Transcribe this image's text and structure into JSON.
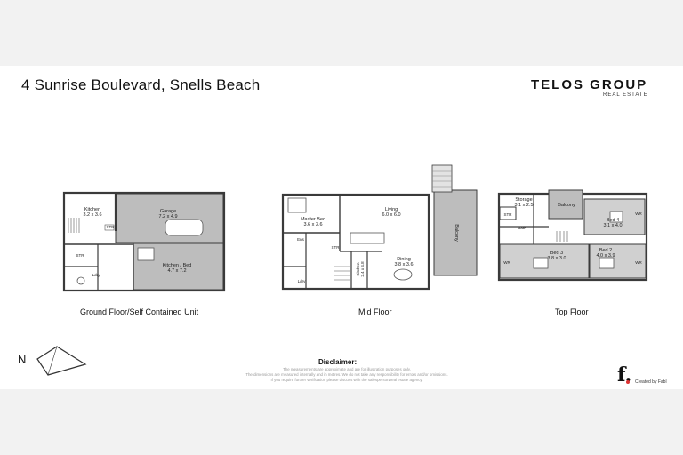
{
  "header": {
    "address": "4 Sunrise Boulevard, Snells Beach",
    "brand": "TELOS GROUP",
    "brand_sub": "REAL ESTATE"
  },
  "floors": [
    {
      "label": "Ground Floor/Self Contained Unit"
    },
    {
      "label": "Mid Floor"
    },
    {
      "label": "Top Floor"
    }
  ],
  "rooms": {
    "kitchen_gf": {
      "name": "Kitchen",
      "dims": "3.2 x 3.6"
    },
    "garage": {
      "name": "Garage",
      "dims": "7.2 x 4.9"
    },
    "kitchen_bed": {
      "name": "Kitchen / Bed",
      "dims": "4.7 x 7.2"
    },
    "str_gf_1": "STR",
    "str_gf_2": "STR",
    "ldry_gf": "Ldry",
    "master_bed": {
      "name": "Master Bed",
      "dims": "3.6 x 3.6"
    },
    "ens": "Ens",
    "living": {
      "name": "Living",
      "dims": "6.0 x 6.0"
    },
    "dining": {
      "name": "Dining",
      "dims": "3.8 x 3.6"
    },
    "kitchen_mid": {
      "name": "Kitchen",
      "dims": "2.4 x 4.8"
    },
    "str_mid": "STR",
    "ldry_mid": "Ldry",
    "balcony_mid": "Balcony",
    "storage": {
      "name": "Storage",
      "dims": "3.1 x 2.5"
    },
    "balcony_top": "Balcony",
    "str_top": "STR",
    "bath": "Bath",
    "bed4": {
      "name": "Bed 4",
      "dims": "3.1 x 4.0"
    },
    "bed3": {
      "name": "Bed 3",
      "dims": "3.8 x 3.0"
    },
    "bed2": {
      "name": "Bed 2",
      "dims": "4.0 x 3.9"
    },
    "wr": "WR"
  },
  "compass": {
    "label": "N"
  },
  "disclaimer": {
    "title": "Disclaimer:",
    "lines": [
      "The measurements are approximate and are for illustration purposes only.",
      "The dimensions are measured internally and in metres. We do not take any responsibility for errors and/or omissions.",
      "If you require further verification please discuss with the salesperson/real estate agency."
    ]
  },
  "footer": {
    "logo": "f.",
    "created_by": "Created by Fabl"
  },
  "colors": {
    "wall": "#3a3a3a",
    "room_fill": "#ffffff",
    "shaded_fill": "#bdbdbd",
    "band": "#f2f2f2"
  }
}
